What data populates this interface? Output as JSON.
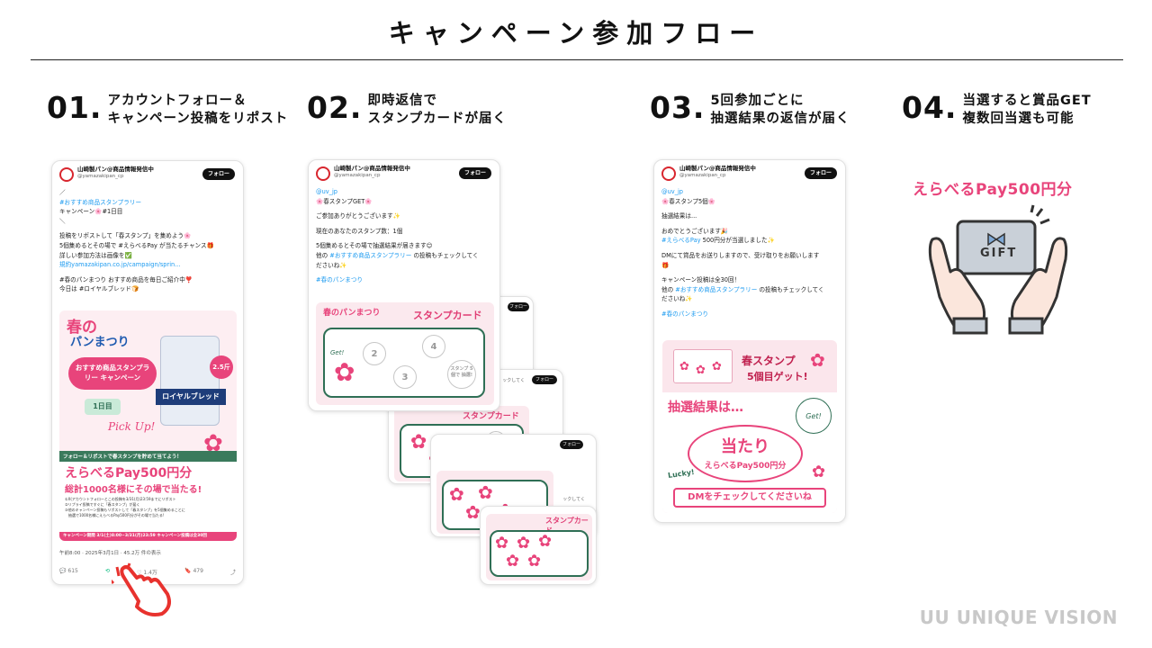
{
  "title": "キャンペーン参加フロー",
  "steps": [
    {
      "num": "01.",
      "line1": "アカウントフォロー＆",
      "line2": "キャンペーン投稿をリポスト"
    },
    {
      "num": "02.",
      "line1": "即時返信で",
      "line2": "スタンプカードが届く"
    },
    {
      "num": "03.",
      "line1": "5回参加ごとに",
      "line2": "抽選結果の返信が届く"
    },
    {
      "num": "04.",
      "line1": "当選すると賞品GET",
      "line2": "複数回当選も可能"
    }
  ],
  "account": {
    "name": "山崎製パン@商品情報発信中",
    "id": "@yamazakipan_cp",
    "follow": "フォロー"
  },
  "post1": {
    "lines": [
      "／",
      "#おすすめ商品スタンプラリー",
      "キャンペーン🌸#1日目",
      "＼",
      "",
      "投稿をリポストして「春スタンプ」を集めよう🌸",
      "5個集めるとその場で #えらべるPay が当たるチャンス🎁",
      "詳しい参加方法は画像を✅",
      "規約yamazakipan.co.jp/campaign/sprin...",
      "",
      "#春のパンまつり おすすめ商品を毎日ご紹介中❣️",
      "今日は #ロイヤルブレッド🍞"
    ],
    "img_title1": "春の",
    "img_title2": "パンまつり",
    "img_badge": "おすすめ商品スタンプラリー キャンペーン",
    "img_day": "1日目",
    "img_product": "ロイヤルブレッド",
    "img_price": "2.5斤",
    "img_pickup": "Pick Up!",
    "img_banner1": "フォロー＆リポストで春スタンプを貯めて当てよう！",
    "img_banner2": "えらべるPay500円分",
    "img_banner3": "総計1000名様にその場で当たる!",
    "img_steps": [
      "①X(アカウントフォローとこの投稿を3/31(月)23:59までにリポスト",
      "②リプライ投稿ですぐに「春スタンプ」が届く",
      "③他のキャンペーン投稿もリポストして「春スタンプ」を5個集めることに",
      "　抽選で1000名様にえらべるPay500円分がその場で当たる!"
    ],
    "img_period": "キャンペーン期間 3/1(土)8:00~3/31(月)23:59 キャンペーン投稿は全30回",
    "meta": "午前8:00 · 2025年3月1日 · 45.2万 件の表示",
    "counts": {
      "reply": "615",
      "like": "1.4万",
      "bookmark": "479"
    }
  },
  "post2": {
    "lines": [
      "@uv_jp",
      "🌸春スタンプGET🌸",
      "",
      "ご参加ありがとうございます✨",
      "",
      "現在のあなたのスタンプ数：1個",
      "",
      "5個集めるとその場で抽選結果が届きます😊",
      "他の #おすすめ商品スタンプラリー の投稿もチェックしてく",
      "ださいね✨",
      "",
      "#春のパンまつり"
    ],
    "card_title": "スタンプカード",
    "card_logo": "春のパンまつり",
    "nums": [
      "2",
      "3",
      "4"
    ],
    "get": "Get!",
    "stamp5": "スタンプ 5個で 抽選!",
    "mini_text": "ックしてく"
  },
  "post3": {
    "lines": [
      "@uv_jp",
      "🌸春スタンプ5個🌸",
      "",
      "抽選結果は...",
      "",
      "おめでとうございます🎉",
      "#えらべるPay 500円分が当選しました✨",
      "",
      "DMにて賞品をお送りしますので、受け取りをお願いします",
      "🎁",
      "",
      "キャンペーン投稿は全30回！",
      "他の #おすすめ商品スタンプラリー の投稿もチェックしてく",
      "ださいね✨",
      "",
      "#春のパンまつり"
    ],
    "img_top1": "春スタンプ",
    "img_top2": "5個目ゲット!",
    "img_result": "抽選結果は…",
    "img_win": "当たり",
    "img_prize": "えらべるPay500円分",
    "img_lucky": "Lucky!",
    "img_get": "Get!",
    "img_dm": "DMをチェックしてくださいね"
  },
  "gift": {
    "title": "えらべるPay500円分",
    "label": "GIFT"
  },
  "brand": "UNIQUE VISION",
  "colors": {
    "pink": "#e8447b",
    "green": "#2f6f55",
    "link": "#1d9bf0"
  }
}
